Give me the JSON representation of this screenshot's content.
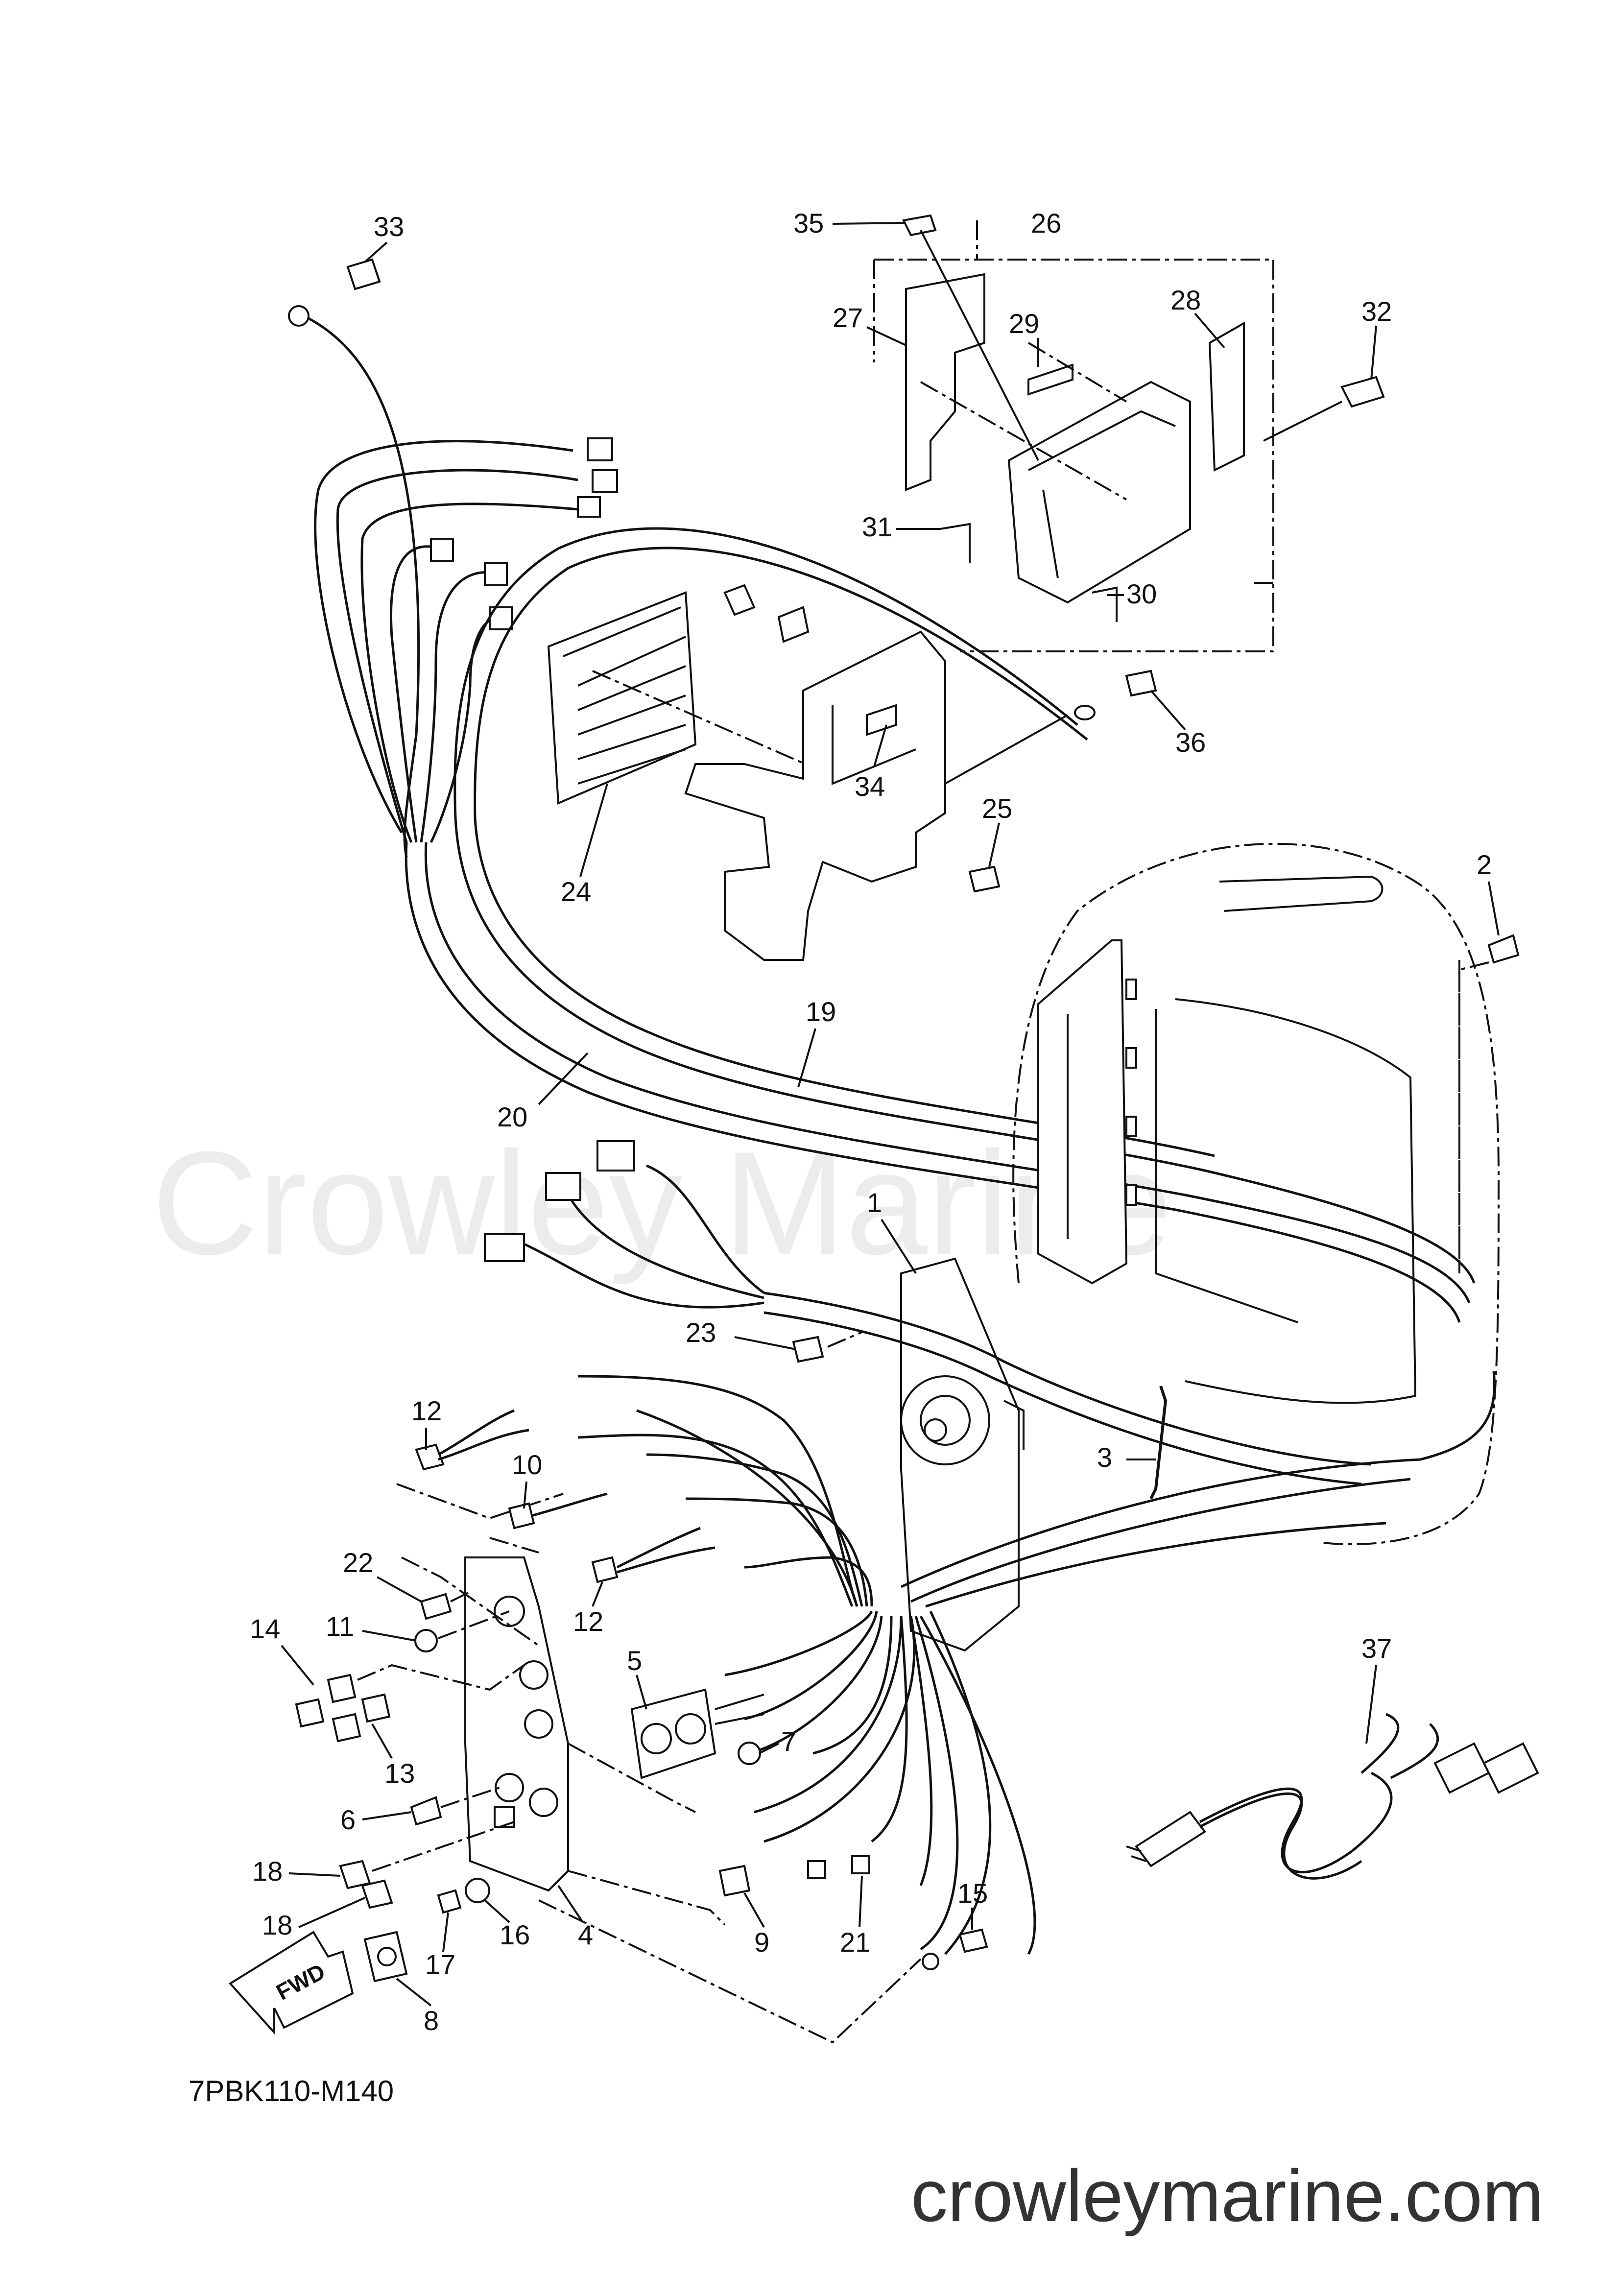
{
  "diagram": {
    "code": "7PBK110-M140",
    "watermark": "Crowley Marine",
    "site": "crowleymarine.com",
    "fwd_label": "FWD",
    "callouts": {
      "c1": "1",
      "c2": "2",
      "c3": "3",
      "c4": "4",
      "c5": "5",
      "c6": "6",
      "c7": "7",
      "c8": "8",
      "c9": "9",
      "c10": "10",
      "c11": "11",
      "c12a": "12",
      "c12b": "12",
      "c13": "13",
      "c14": "14",
      "c15": "15",
      "c16": "16",
      "c17": "17",
      "c18a": "18",
      "c18b": "18",
      "c19": "19",
      "c20": "20",
      "c21": "21",
      "c22": "22",
      "c23": "23",
      "c24": "24",
      "c25": "25",
      "c26": "26",
      "c27": "27",
      "c28": "28",
      "c29": "29",
      "c30": "30",
      "c31": "31",
      "c32": "32",
      "c33": "33",
      "c34": "34",
      "c35": "35",
      "c36": "36",
      "c37": "37"
    }
  }
}
